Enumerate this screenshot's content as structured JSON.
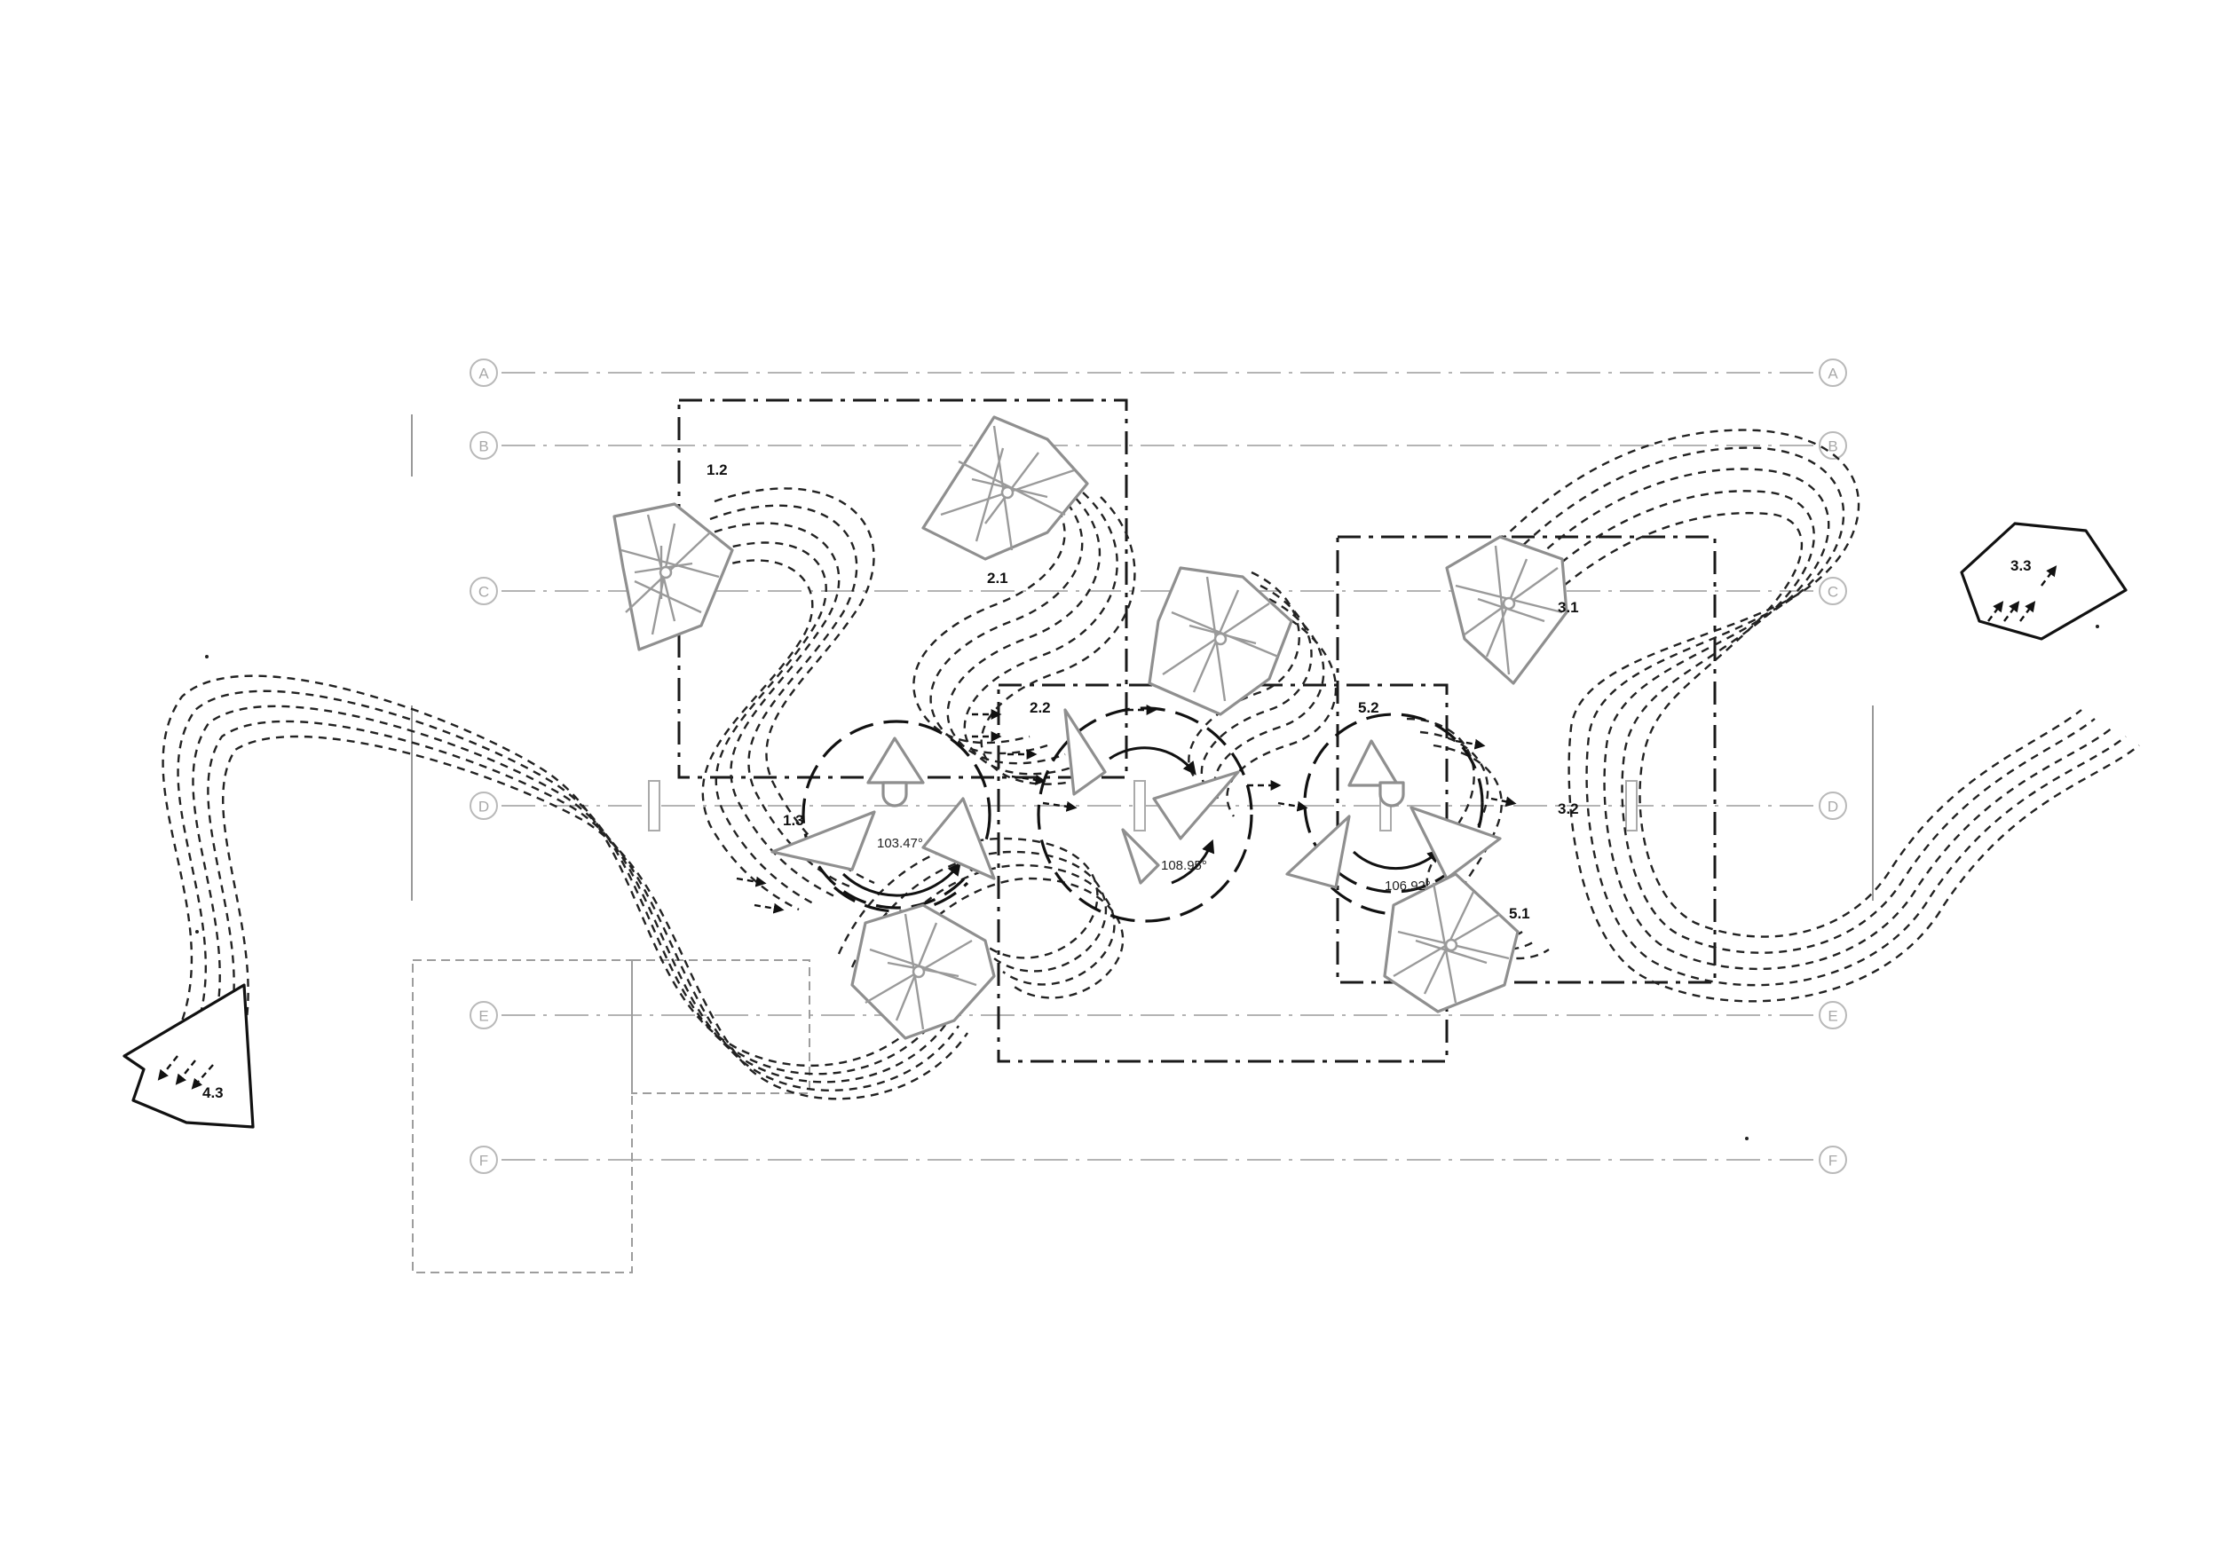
{
  "axes": [
    {
      "letter": "A"
    },
    {
      "letter": "B"
    },
    {
      "letter": "C"
    },
    {
      "letter": "D"
    },
    {
      "letter": "E"
    },
    {
      "letter": "F"
    }
  ],
  "zone_labels": {
    "z12": "1.2",
    "z21": "2.1",
    "z13": "1.3",
    "z22": "2.2",
    "z52": "5.2",
    "z31": "3.1",
    "z32": "3.2",
    "z51": "5.1",
    "z33": "3.3",
    "z43": "4.3"
  },
  "angles": {
    "a1": "103.47°",
    "a2": "108.95°",
    "a3": "106.92°"
  },
  "colors": {
    "module_stroke": "#8f8f8f",
    "path_stroke": "#222222",
    "grid_stroke": "#b4b4b4"
  }
}
